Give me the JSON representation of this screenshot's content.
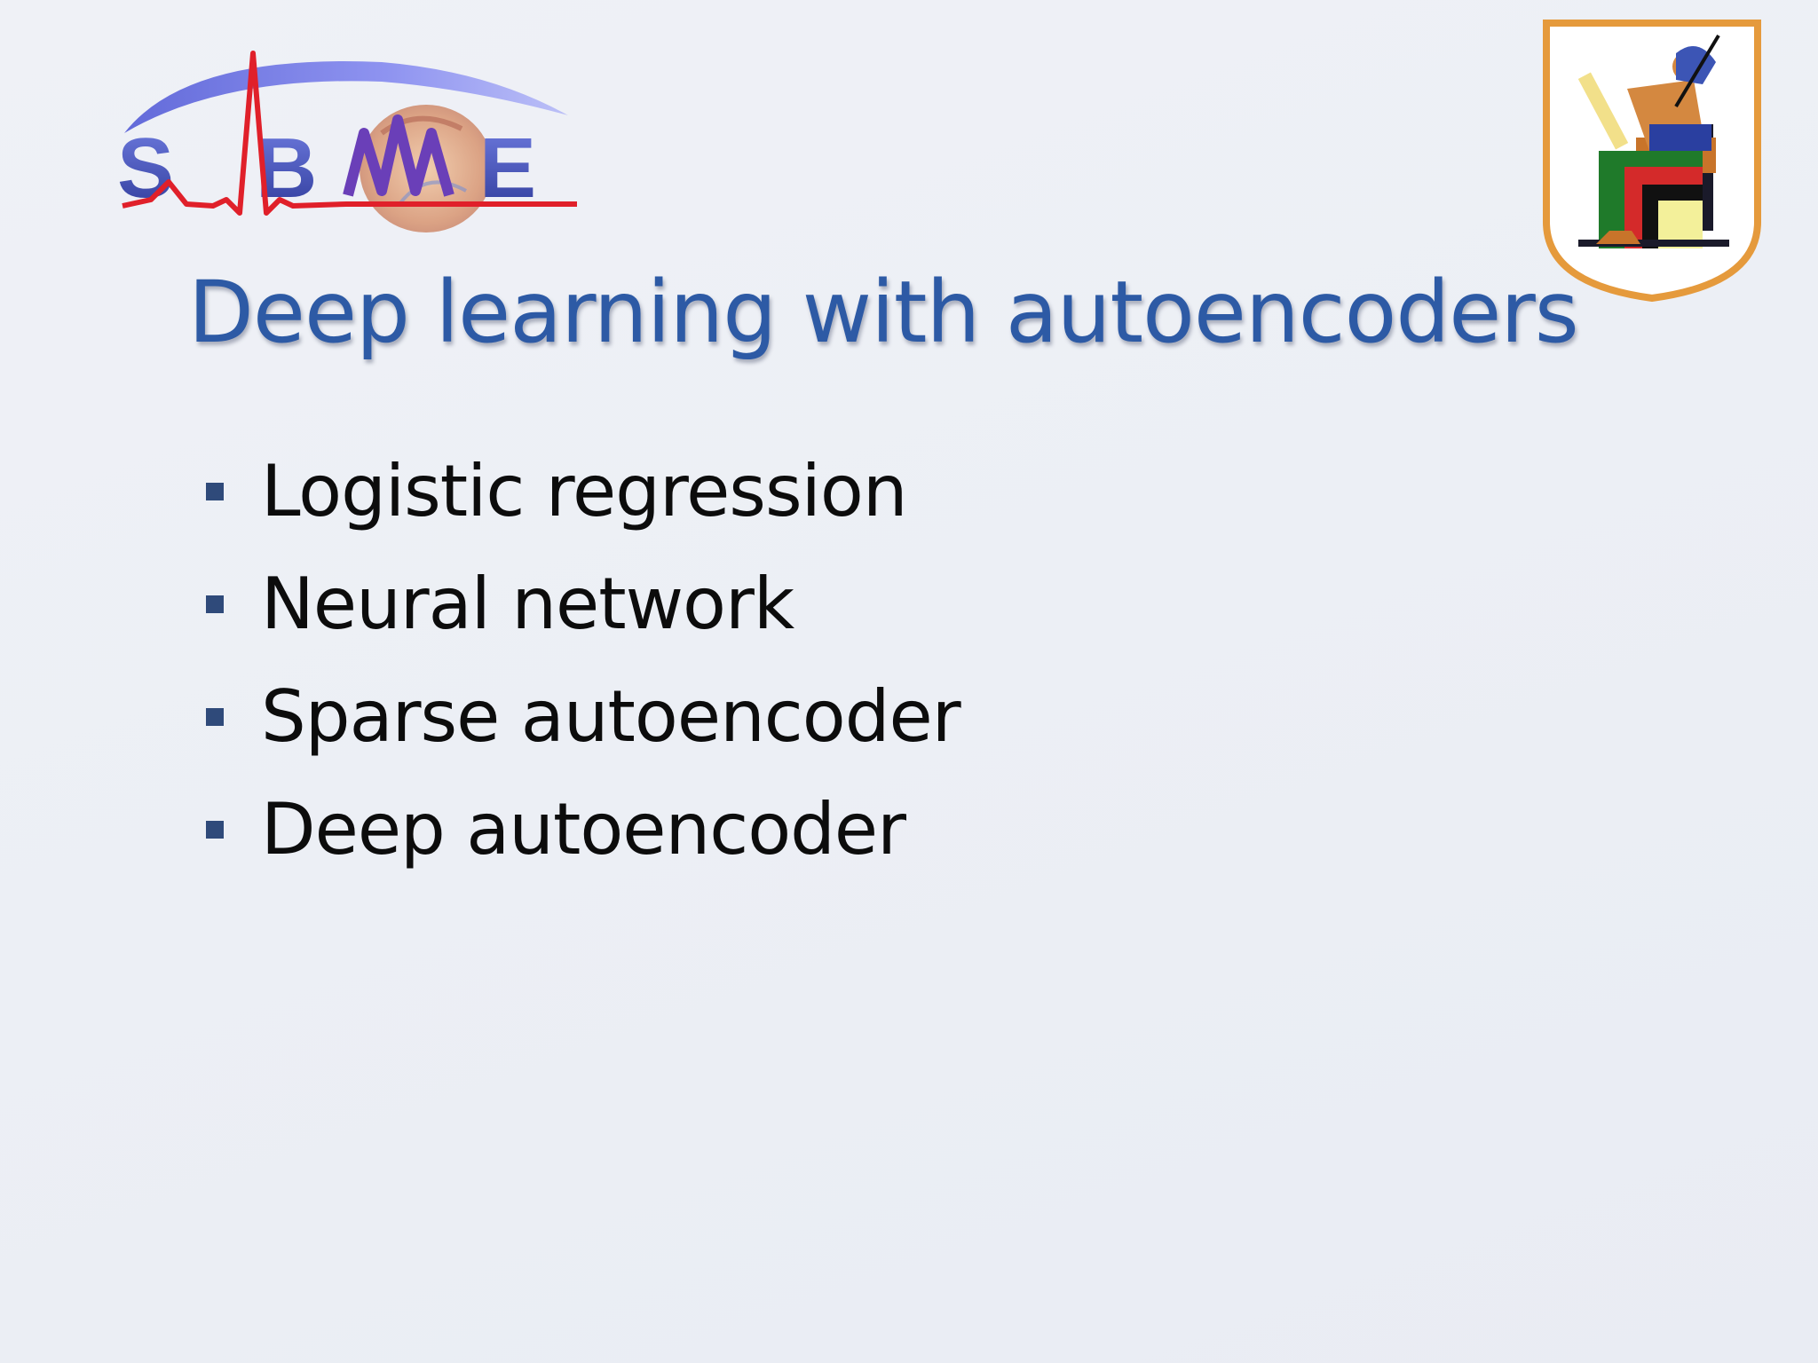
{
  "title": "Deep learning with autoencoders",
  "bullets": [
    {
      "text": "Logistic regression"
    },
    {
      "text": "Neural network"
    },
    {
      "text": "Sparse autoencoder"
    },
    {
      "text": "Deep autoencoder"
    }
  ],
  "logos": {
    "left": {
      "text": "SBME",
      "icon": "sbme-logo"
    },
    "right": {
      "icon": "cairo-university-crest"
    }
  },
  "colors": {
    "title": "#2d5aa5",
    "bullet_marker": "#2f4a7a",
    "text": "#0c0c0c",
    "logo_blue": "#3e4fb0",
    "logo_red": "#e0202a",
    "crest_border": "#e59a3c"
  }
}
